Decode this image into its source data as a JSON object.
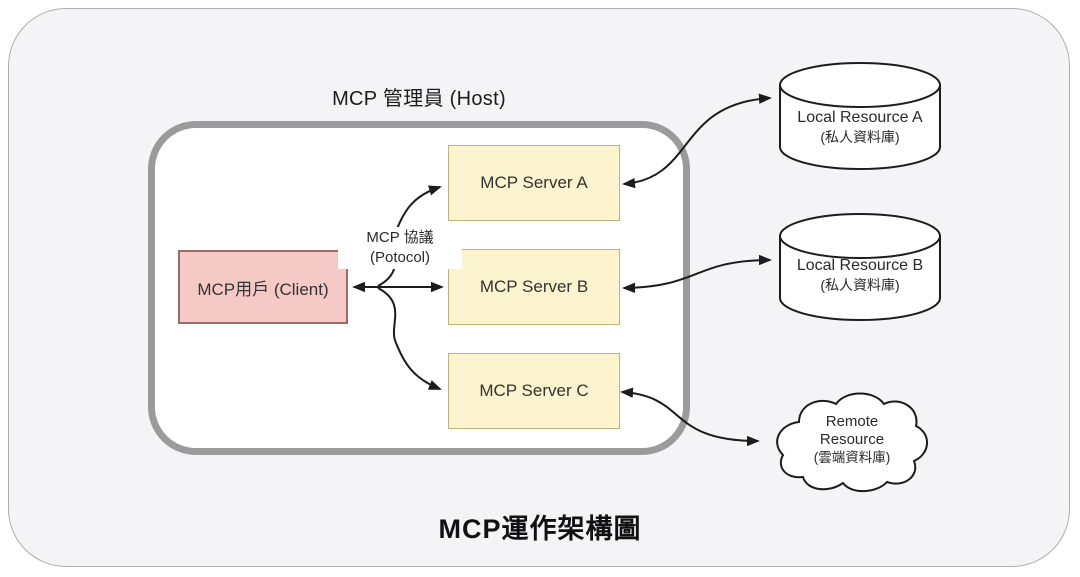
{
  "diagram": {
    "host_title": "MCP 管理員 (Host)",
    "caption": "MCP運作架構圖",
    "client": {
      "label": "MCP用戶 (Client)",
      "shape": "rectangle"
    },
    "protocol": {
      "line1": "MCP 協議",
      "line2": "(Potocol)"
    },
    "servers": [
      {
        "id": "A",
        "label": "MCP Server A",
        "shape": "rectangle"
      },
      {
        "id": "B",
        "label": "MCP Server B",
        "shape": "rectangle"
      },
      {
        "id": "C",
        "label": "MCP Server C",
        "shape": "rectangle"
      }
    ],
    "local_resources": [
      {
        "name": "Local Resource A",
        "subtitle": "(私人資料庫)",
        "shape": "database-cylinder"
      },
      {
        "name": "Local Resource B",
        "subtitle": "(私人資料庫)",
        "shape": "database-cylinder"
      }
    ],
    "remote_resource": {
      "line1": "Remote",
      "line2": "Resource",
      "subtitle": "(雲端資料庫)",
      "shape": "cloud"
    },
    "edges": [
      {
        "from": "MCP用戶 (Client)",
        "to": "MCP Server A",
        "bidirectional": false,
        "label": "MCP 協議 (Potocol)"
      },
      {
        "from": "MCP用戶 (Client)",
        "to": "MCP Server B",
        "bidirectional": true,
        "label": "MCP 協議 (Potocol)"
      },
      {
        "from": "MCP用戶 (Client)",
        "to": "MCP Server C",
        "bidirectional": false,
        "label": "MCP 協議 (Potocol)"
      },
      {
        "from": "MCP Server A",
        "to": "Local Resource A",
        "bidirectional": true
      },
      {
        "from": "MCP Server B",
        "to": "Local Resource B",
        "bidirectional": true
      },
      {
        "from": "MCP Server C",
        "to": "Remote Resource",
        "bidirectional": true
      }
    ],
    "colors": {
      "canvas_fill": "#f4f4f6",
      "host_border": "#9b9b9b",
      "client_fill": "#f4c9c6",
      "client_border": "#9c6b67",
      "server_fill": "#fcf3cf",
      "server_border": "#bfb37c",
      "arrow": "#1c1c1c",
      "text": "#1f1f1f"
    }
  }
}
